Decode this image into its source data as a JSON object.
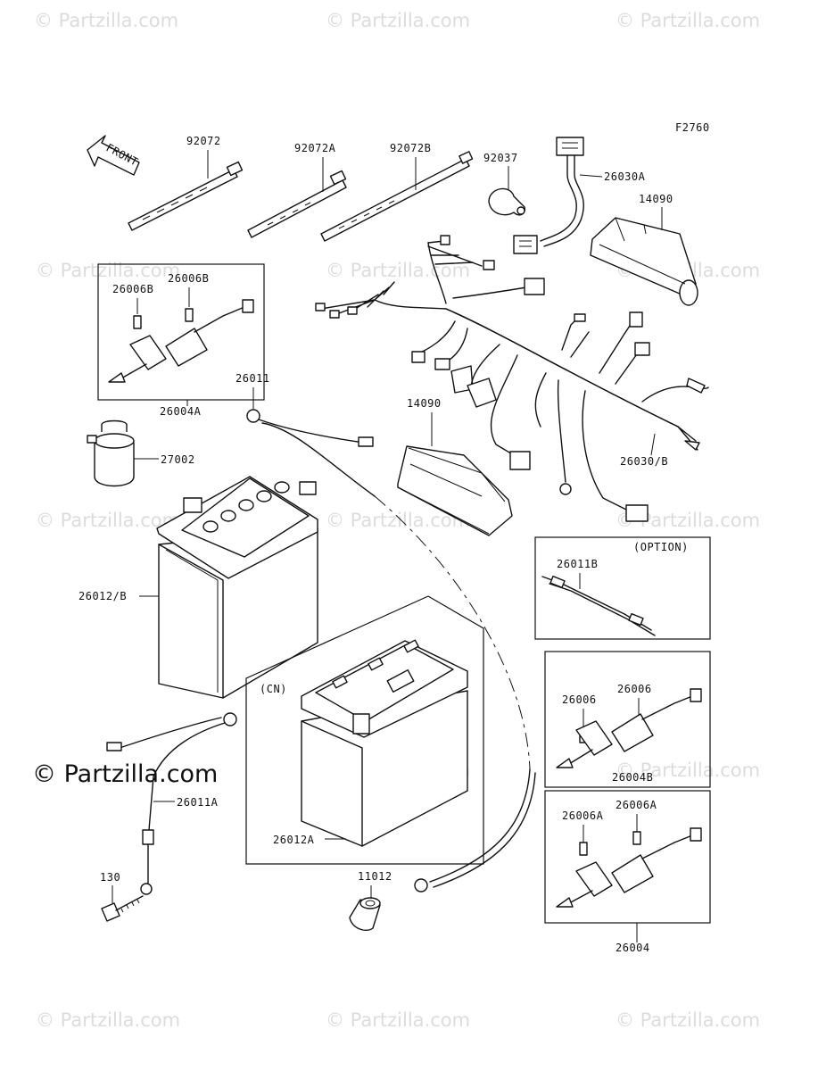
{
  "figure_code": "F2760",
  "front_arrow_label": "FRONT",
  "watermark": "© Partzilla.com",
  "main_watermark": "© Partzilla.com",
  "group_labels": {
    "option": "(OPTION)",
    "cn": "(CN)"
  },
  "parts": [
    {
      "id": "92072",
      "label": "92072",
      "name": "cable tie"
    },
    {
      "id": "92072A",
      "label": "92072A",
      "name": "cable tie"
    },
    {
      "id": "92072B",
      "label": "92072B",
      "name": "cable tie"
    },
    {
      "id": "92037",
      "label": "92037",
      "name": "clamp"
    },
    {
      "id": "26030A",
      "label": "26030A",
      "name": "wire harness lead"
    },
    {
      "id": "14090",
      "label": "14090",
      "name": "cover"
    },
    {
      "id": "26006B-1",
      "label": "26006B",
      "name": "fuse"
    },
    {
      "id": "26006B-2",
      "label": "26006B",
      "name": "fuse"
    },
    {
      "id": "26004A",
      "label": "26004A",
      "name": "fuse holder"
    },
    {
      "id": "26011",
      "label": "26011",
      "name": "lead"
    },
    {
      "id": "14090-2",
      "label": "14090",
      "name": "cover"
    },
    {
      "id": "27002",
      "label": "27002",
      "name": "relay"
    },
    {
      "id": "26030B",
      "label": "26030/B",
      "name": "main wire harness"
    },
    {
      "id": "26012B",
      "label": "26012/B",
      "name": "battery"
    },
    {
      "id": "26011B",
      "label": "26011B",
      "name": "lead"
    },
    {
      "id": "26006-1",
      "label": "26006",
      "name": "fuse"
    },
    {
      "id": "26006-2",
      "label": "26006",
      "name": "fuse"
    },
    {
      "id": "26004B",
      "label": "26004B",
      "name": "fuse holder"
    },
    {
      "id": "26011A",
      "label": "26011A",
      "name": "lead"
    },
    {
      "id": "26012A",
      "label": "26012A",
      "name": "battery"
    },
    {
      "id": "26006A-1",
      "label": "26006A",
      "name": "fuse"
    },
    {
      "id": "26006A-2",
      "label": "26006A",
      "name": "fuse"
    },
    {
      "id": "26004",
      "label": "26004",
      "name": "fuse holder"
    },
    {
      "id": "130",
      "label": "130",
      "name": "bolt"
    },
    {
      "id": "11012",
      "label": "11012",
      "name": "cap"
    }
  ]
}
